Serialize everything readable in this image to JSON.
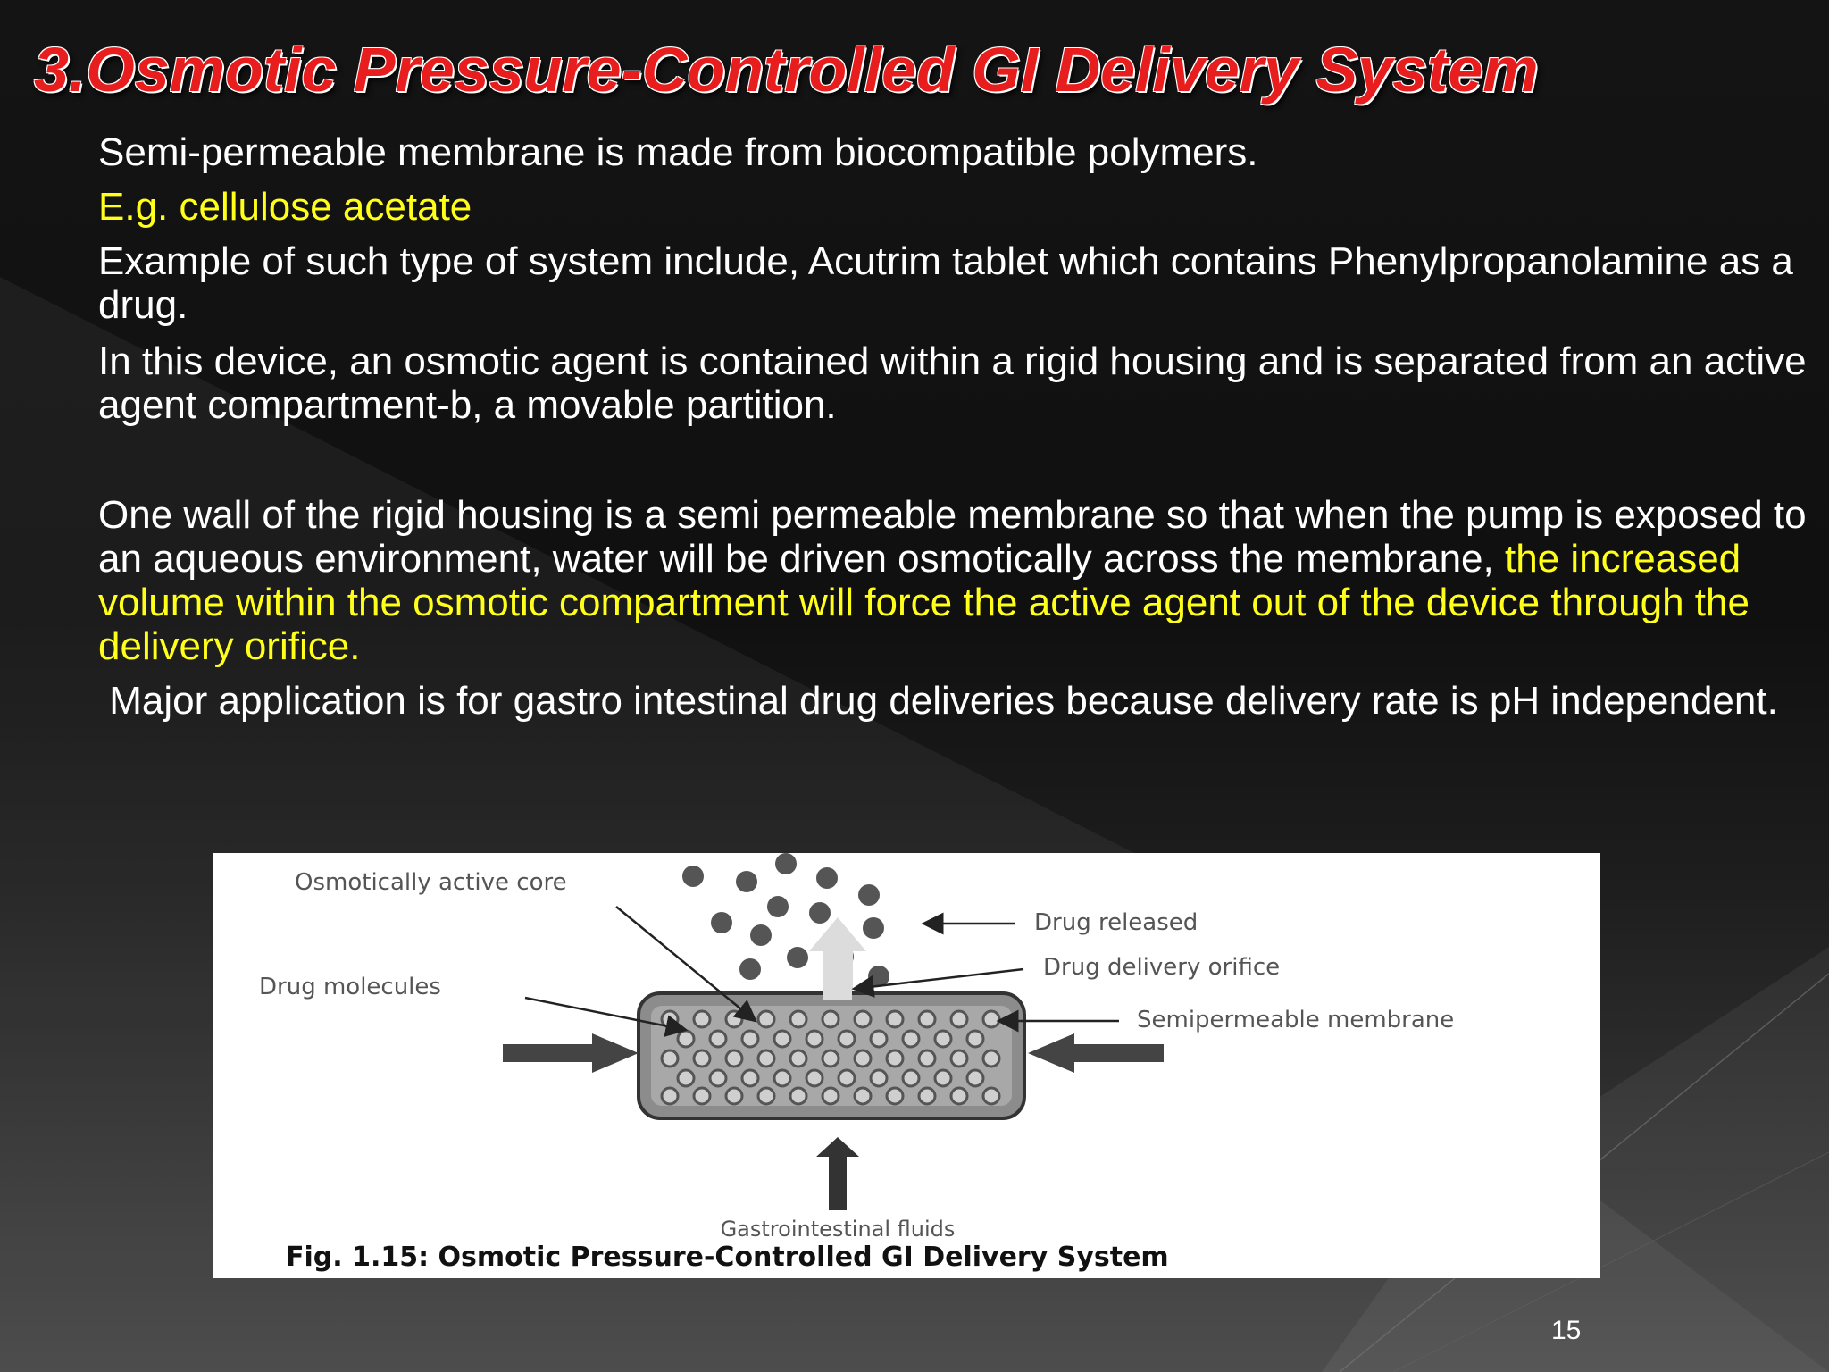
{
  "title": "3.Osmotic Pressure-Controlled GI Delivery System",
  "paragraphs": {
    "p1": "Semi-permeable membrane is made from biocompatible polymers.",
    "p2": "E.g. cellulose acetate",
    "p3": "Example of such type of system include, Acutrim tablet which contains Phenylpropanolamine as a drug.",
    "p4": "In this device, an osmotic agent is contained within a rigid housing and is separated from an active agent compartment-b, a movable partition.",
    "p5_plain": "One wall of the rigid housing is a semi permeable membrane so that when the pump is exposed to an aqueous environment, water will be driven osmotically across the membrane, ",
    "p5_highlight": "the increased volume within the osmotic compartment will force the active agent out of the device through the delivery orifice.",
    "p6": " Major application is for gastro intestinal drug deliveries because delivery rate is pH independent."
  },
  "figure": {
    "labels": {
      "core": "Osmotically active core",
      "released": "Drug released",
      "orifice": "Drug delivery orifice",
      "molecules": "Drug molecules",
      "membrane": "Semipermeable membrane",
      "fluids": "Gastrointestinal fluids"
    },
    "caption": "Fig. 1.15: Osmotic Pressure-Controlled GI Delivery System"
  },
  "page_number": "15",
  "colors": {
    "title": "#e81d1d",
    "body_text": "#ffffff",
    "highlight_text": "#ffff1a",
    "figure_background": "#ffffff"
  }
}
